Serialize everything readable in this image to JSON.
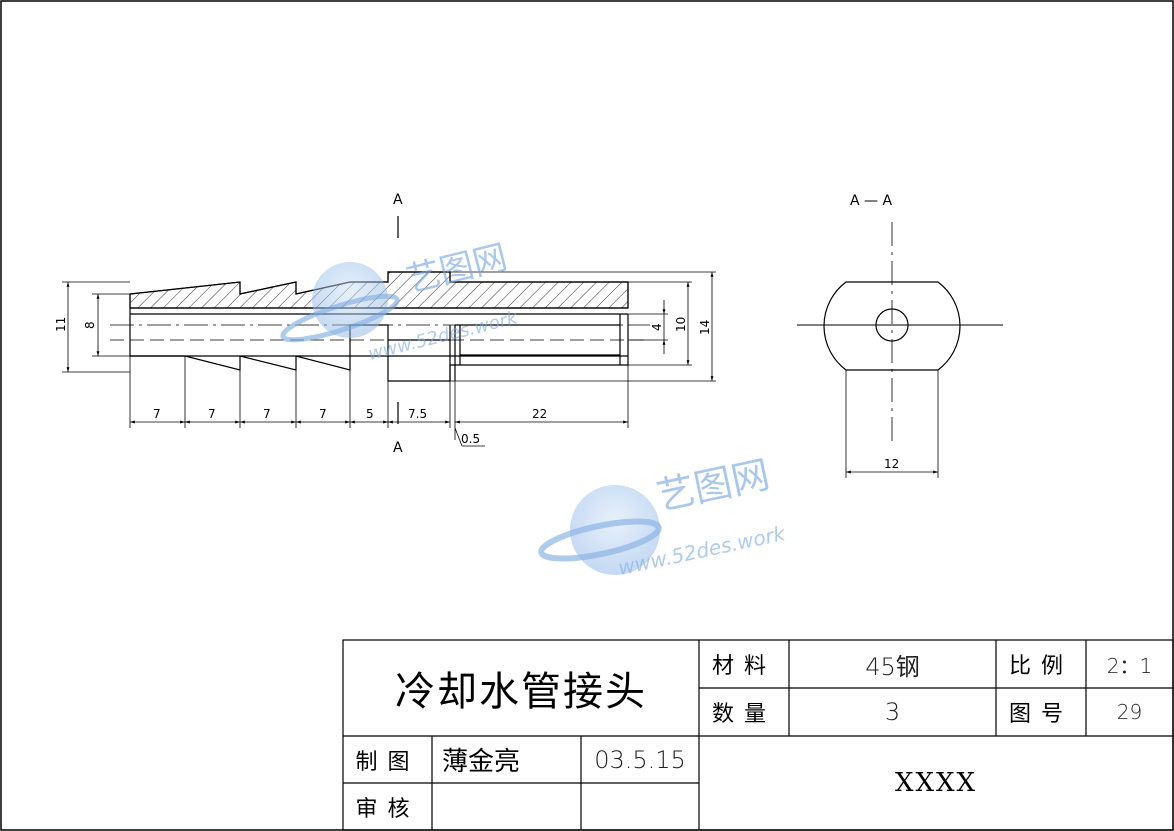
{
  "views": {
    "section_label": "A",
    "section_title": "A — A"
  },
  "dimensions": {
    "d11": "11",
    "d8": "8",
    "d4": "4",
    "d10": "10",
    "d14": "14",
    "seg1": "7",
    "seg2": "7",
    "seg3": "7",
    "seg4": "7",
    "seg5": "5",
    "seg6": "7.5",
    "seg7": "22",
    "gap": "0.5",
    "width12": "12"
  },
  "watermark": {
    "brand": "艺图网",
    "url": "www.52des.work"
  },
  "title_block": {
    "part_name": "冷却水管接头",
    "material_label": "材料",
    "material_value": "45钢",
    "scale_label": "比例",
    "scale_value": "2：1",
    "quantity_label": "数量",
    "quantity_value": "3",
    "drawing_no_label": "图号",
    "drawing_no_value": "29",
    "drawn_label": "制图",
    "drawn_name": "薄金亮",
    "drawn_date": "03.5.15",
    "checked_label": "审核",
    "company": "XXXX"
  }
}
